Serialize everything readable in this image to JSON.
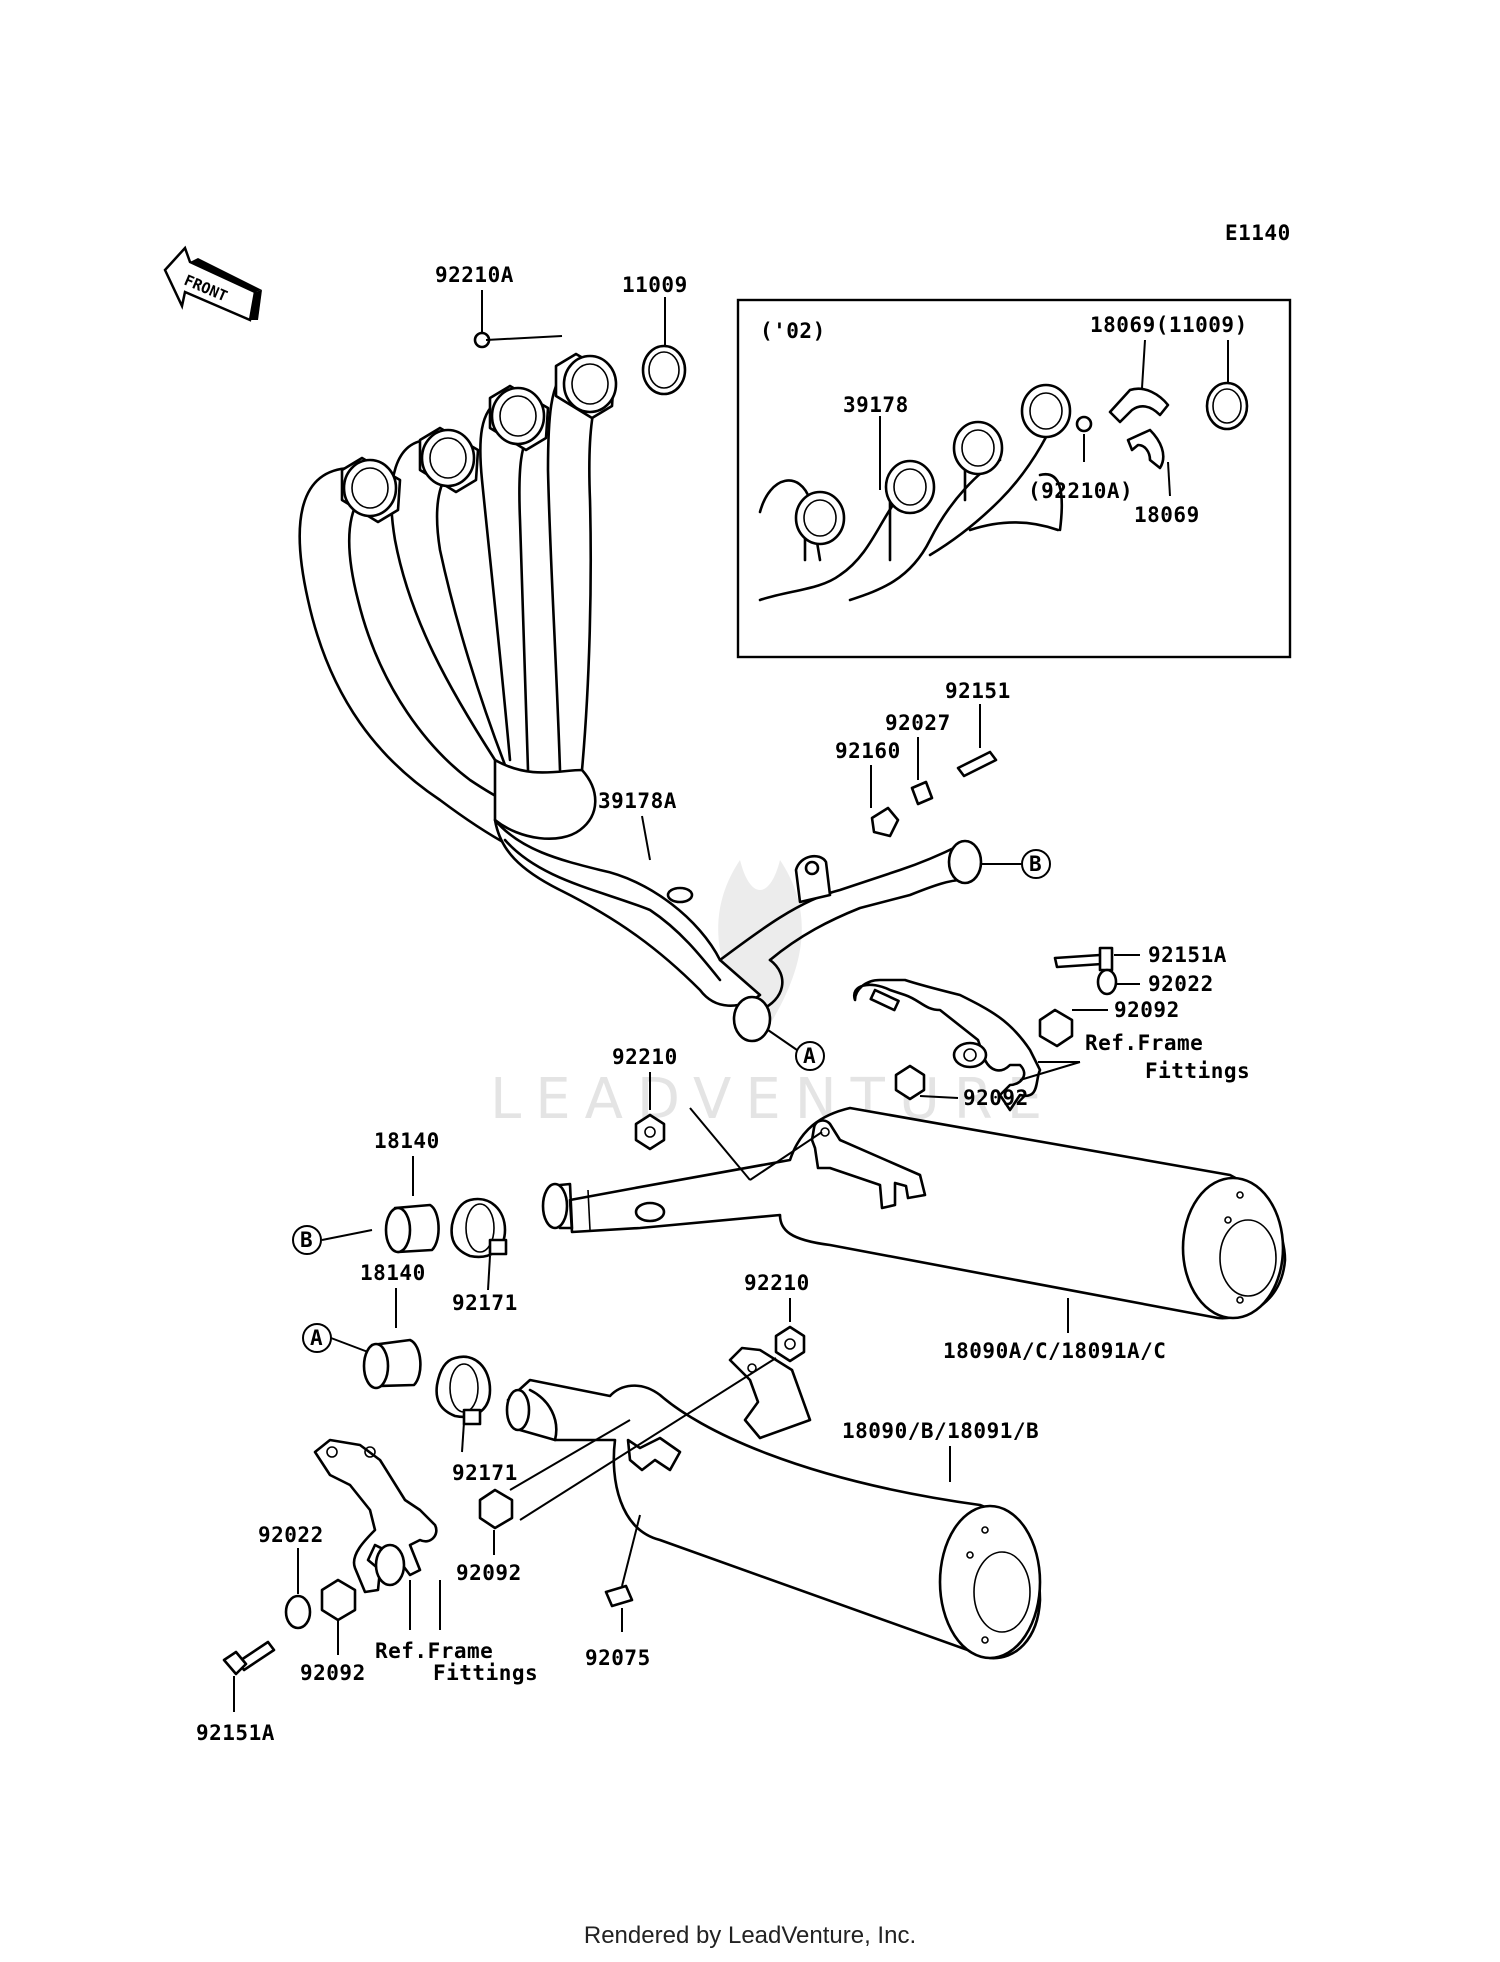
{
  "diagram_code": "E1140",
  "front_label": "FRONT",
  "watermark": "LEADVENTURE",
  "inset": {
    "year_label": "('02)"
  },
  "callouts": {
    "c_92210A": "92210A",
    "c_11009": "11009",
    "c_18069_11009": "18069(11009)",
    "c_39178": "39178",
    "c_92210A_paren": "(92210A)",
    "c_18069": "18069",
    "c_92151": "92151",
    "c_92027": "92027",
    "c_92160": "92160",
    "c_39178A": "39178A",
    "c_92151A_r": "92151A",
    "c_92022_r": "92022",
    "c_92092_r1": "92092",
    "c_ref_frame_r1": "Ref.Frame",
    "c_ref_frame_r2": "Fittings",
    "c_92092_r2": "92092",
    "c_92210_a": "92210",
    "c_18140_a": "18140",
    "c_92171_a": "92171",
    "c_18140_b": "18140",
    "c_92210_b": "92210",
    "c_18090A": "18090A/C/18091A/C",
    "c_18090B": "18090/B/18091/B",
    "c_92171_b": "92171",
    "c_92022_l": "92022",
    "c_92092_l1": "92092",
    "c_92092_l2": "92092",
    "c_ref_frame_l1": "Ref.Frame",
    "c_ref_frame_l2": "Fittings",
    "c_92075": "92075",
    "c_92151A_l": "92151A"
  },
  "connector_markers": {
    "a": "A",
    "b": "B"
  },
  "footer": "Rendered by LeadVenture, Inc."
}
